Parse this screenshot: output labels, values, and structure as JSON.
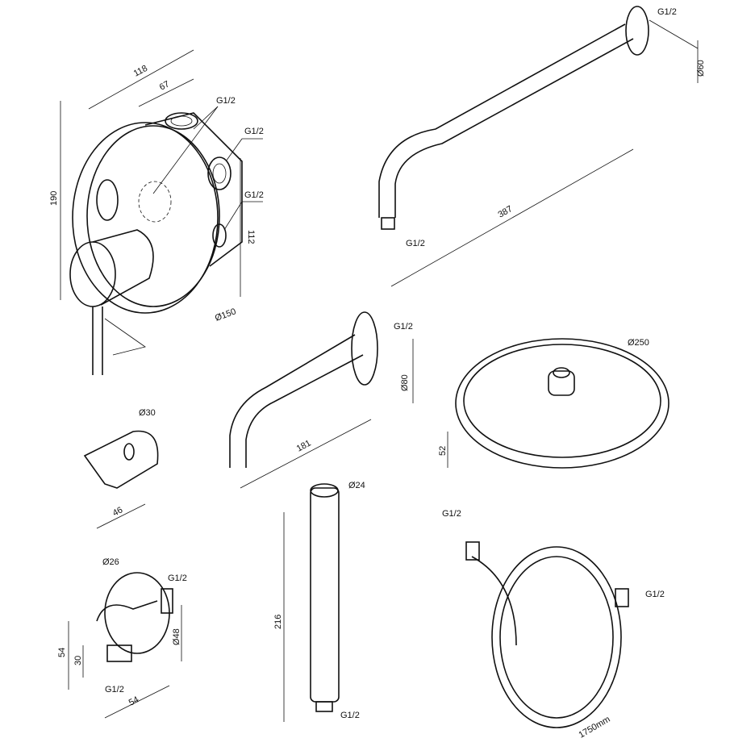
{
  "mixer": {
    "d118": "118",
    "d67": "67",
    "g1": "G1/2",
    "g2": "G1/2",
    "g3": "G1/2",
    "d190": "190",
    "d112": "112",
    "d150": "Ø150"
  },
  "arm": {
    "g_top": "G1/2",
    "d60": "Ø60",
    "d387": "387",
    "g_bottom": "G1/2"
  },
  "spout": {
    "g": "G1/2",
    "d80": "Ø80",
    "d181": "181"
  },
  "head": {
    "d250": "Ø250",
    "d52": "52"
  },
  "holder": {
    "d30": "Ø30",
    "d46": "46"
  },
  "hand": {
    "d24": "Ø24",
    "d216": "216",
    "g": "G1/2"
  },
  "hose": {
    "g1": "G1/2",
    "g2": "G1/2",
    "len": "1750mm"
  },
  "elbow": {
    "d26": "Ø26",
    "g_side": "G1/2",
    "d54v": "54",
    "d30": "30",
    "d48": "Ø48",
    "g_bottom": "G1/2",
    "d54h": "54"
  }
}
